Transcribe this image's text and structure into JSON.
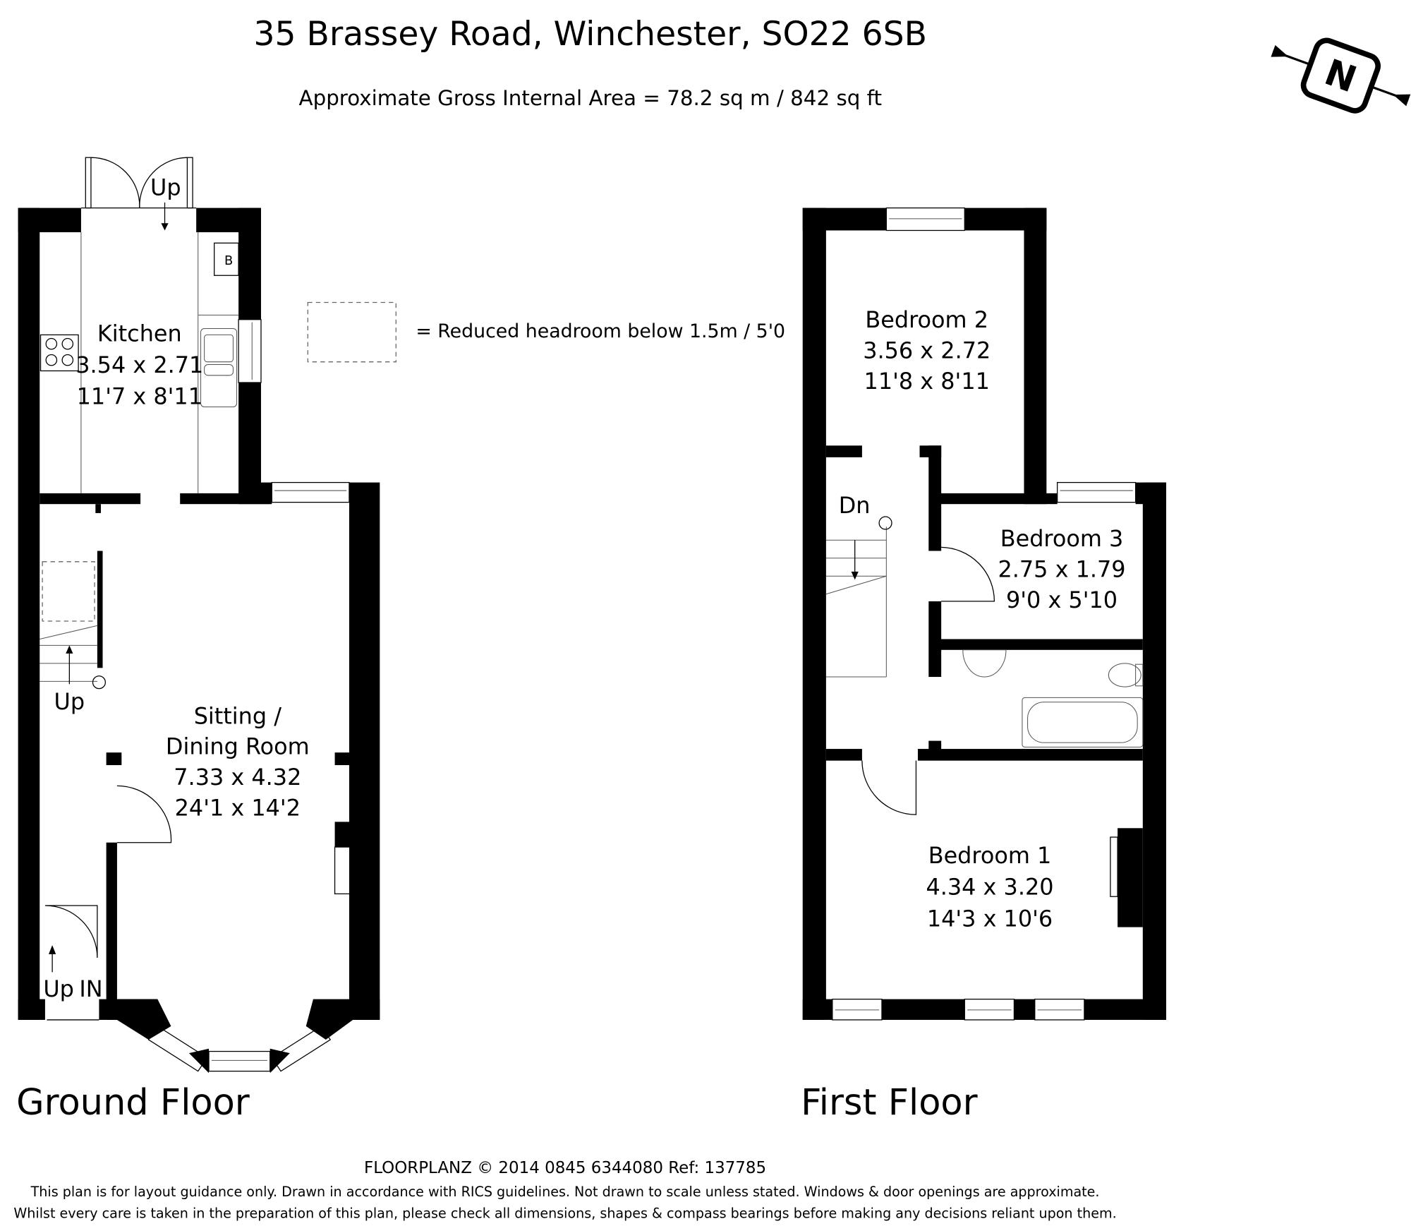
{
  "header": {
    "title": "35 Brassey Road, Winchester, SO22 6SB",
    "area": "Approximate Gross Internal Area = 78.2 sq m / 842 sq ft"
  },
  "compass": {
    "label": "N",
    "icon": "north-compass-icon"
  },
  "legend": {
    "text": "= Reduced headroom below 1.5m / 5'0"
  },
  "ground_floor": {
    "label": "Ground Floor",
    "rooms": [
      {
        "name": "Kitchen",
        "metric": "3.54 x 2.71",
        "imperial": "11'7 x 8'11"
      },
      {
        "name": "Sitting /",
        "name2": "Dining Room",
        "metric": "7.33 x 4.32",
        "imperial": "24'1 x 14'2"
      }
    ],
    "labels": {
      "up_kitchen": "Up",
      "up_stairs": "Up",
      "up_porch": "Up",
      "in": "IN",
      "boiler": "B"
    }
  },
  "first_floor": {
    "label": "First Floor",
    "rooms": [
      {
        "name": "Bedroom 2",
        "metric": "3.56 x 2.72",
        "imperial": "11'8 x 8'11"
      },
      {
        "name": "Bedroom 3",
        "metric": "2.75 x 1.79",
        "imperial": "9'0 x 5'10"
      },
      {
        "name": "Bedroom 1",
        "metric": "4.34 x 3.20",
        "imperial": "14'3 x 10'6"
      }
    ],
    "labels": {
      "down": "Dn"
    }
  },
  "footer": {
    "credit": "FLOORPLANZ © 2014   0845 6344080   Ref: 137785",
    "disclaimer1": "This plan is for layout guidance only. Drawn in accordance with RICS guidelines. Not drawn to scale unless stated. Windows & door openings are approximate.",
    "disclaimer2": "Whilst every care is taken in the preparation of this plan, please check all dimensions, shapes & compass bearings before making any decisions reliant upon them."
  }
}
